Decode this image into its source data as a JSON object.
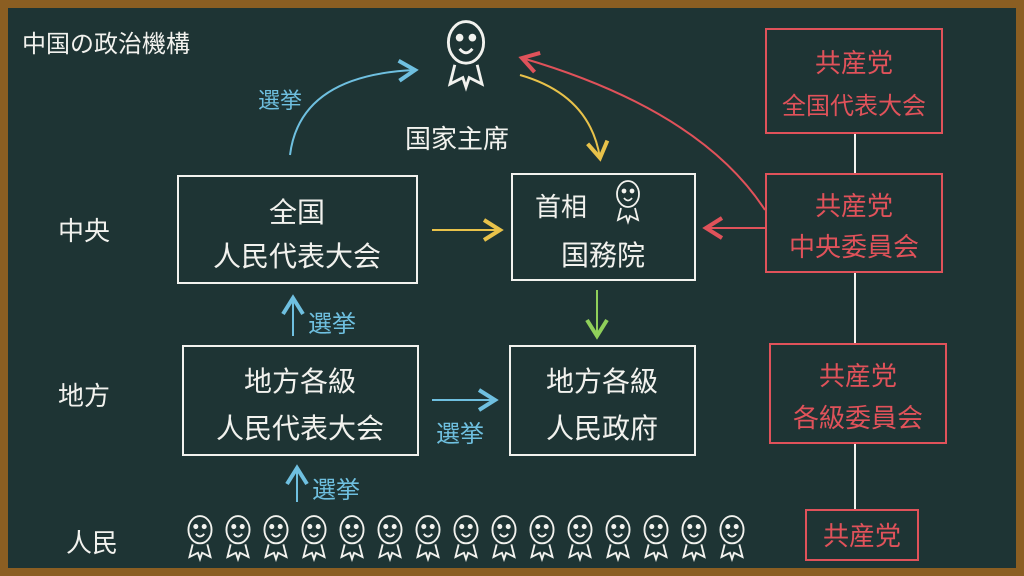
{
  "title": "中国の政治機構",
  "colors": {
    "board": "#1e3434",
    "frame": "#8b5e22",
    "chalk": "#f2f2ee",
    "blue": "#6fc0e0",
    "yellow": "#e8c24a",
    "red": "#e0525a",
    "green": "#8fd05a"
  },
  "levels": {
    "central": "中央",
    "local": "地方",
    "people": "人民"
  },
  "head_of_state": "国家主席",
  "boxes": {
    "npc": {
      "line1": "全国",
      "line2": "人民代表大会"
    },
    "state_council": {
      "line1": "首相",
      "line2": "国務院"
    },
    "local_congress": {
      "line1": "地方各級",
      "line2": "人民代表大会"
    },
    "local_government": {
      "line1": "地方各級",
      "line2": "人民政府"
    }
  },
  "election_label": "選挙",
  "party": {
    "national_congress": {
      "line1": "共産党",
      "line2": "全国代表大会"
    },
    "central_committee": {
      "line1": "共産党",
      "line2": "中央委員会"
    },
    "local_committee": {
      "line1": "共産党",
      "line2": "各級委員会"
    },
    "base": {
      "line1": "共産党"
    }
  },
  "people_count": 15
}
